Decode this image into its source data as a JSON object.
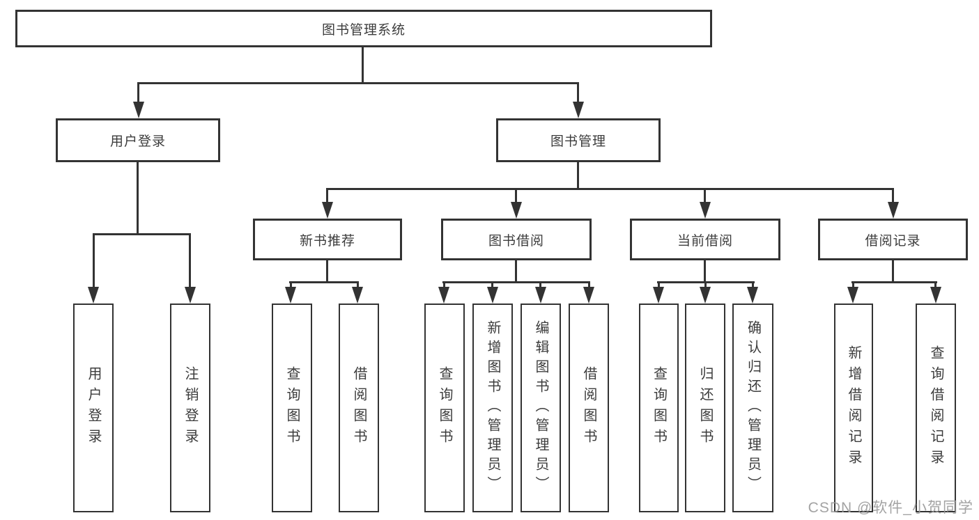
{
  "root": {
    "label": "图书管理系统"
  },
  "branches": [
    {
      "label": "用户登录",
      "children": [
        {
          "label": "用户登录"
        },
        {
          "label": "注销登录"
        }
      ]
    },
    {
      "label": "图书管理",
      "children": [
        {
          "label": "新书推荐",
          "children": [
            {
              "label": "查询图书"
            },
            {
              "label": "借阅图书"
            }
          ]
        },
        {
          "label": "图书借阅",
          "children": [
            {
              "label": "查询图书"
            },
            {
              "label": "新增图书（管理员）"
            },
            {
              "label": "编辑图书（管理员）"
            },
            {
              "label": "借阅图书"
            }
          ]
        },
        {
          "label": "当前借阅",
          "children": [
            {
              "label": "查询图书"
            },
            {
              "label": "归还图书"
            },
            {
              "label": "确认归还（管理员）"
            }
          ]
        },
        {
          "label": "借阅记录",
          "children": [
            {
              "label": "新增借阅记录"
            },
            {
              "label": "查询借阅记录"
            }
          ]
        }
      ]
    }
  ],
  "watermark": "CSDN @软件_小贺同学",
  "colors": {
    "line": "#333333",
    "text": "#3c3c3c",
    "watermark": "#999999",
    "background": "#ffffff"
  }
}
